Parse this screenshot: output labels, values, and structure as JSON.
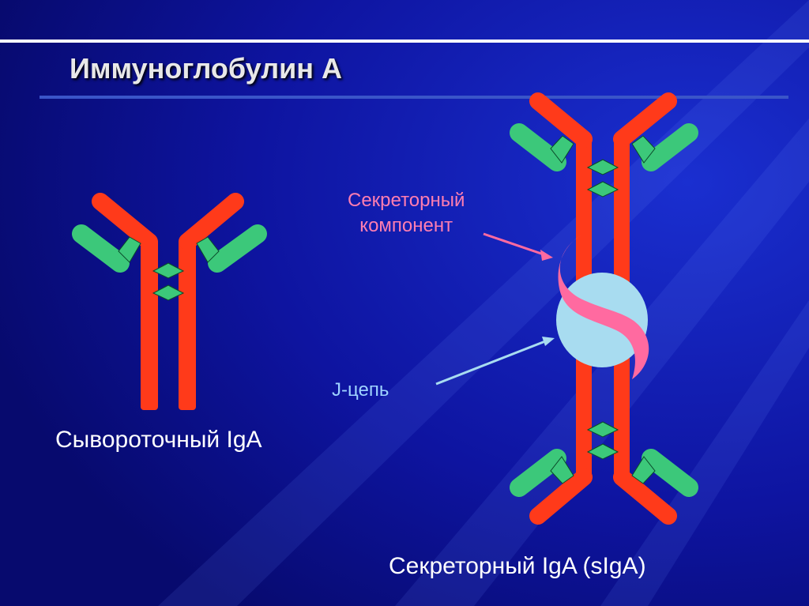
{
  "slide": {
    "title": "Иммуноглобулин А",
    "serum_label": "Сывороточный IgA",
    "secretory_label": "Секреторный IgA (sIgA)",
    "secretory_component_line1": "Секреторный",
    "secretory_component_line2": "компонент",
    "j_chain_label": "J-цепь"
  },
  "colors": {
    "background": "#0c0f8a",
    "heavy_chain": "#ff3a1a",
    "light_chain": "#3cc87a",
    "secretory_component": "#ff6aa0",
    "j_chain": "#a8dcf0"
  }
}
